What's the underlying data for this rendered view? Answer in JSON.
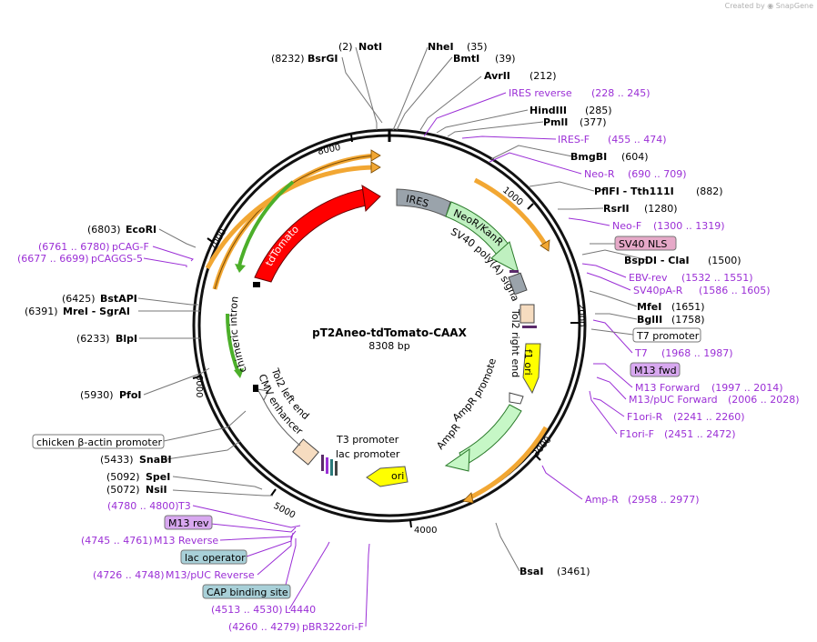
{
  "header": {
    "credit": "Created by",
    "brand": "SnapGene"
  },
  "plasmid": {
    "name": "pT2Aneo-tdTomato-CAAX",
    "length": "8308 bp"
  },
  "colors": {
    "restriction": "#000000",
    "primer": "#9b2fd6",
    "tdTomato": "#ff0000",
    "neo": "#bff0c0",
    "ires": "#9aa3ab",
    "ori": "#ffff00",
    "ampr": "#c6f7c6",
    "orf": "#f2a733",
    "promoter_box": "#ffffff",
    "nls_box": "#e6a9c8",
    "m13_box": "#d8a8f0",
    "lac_box": "#a8d0d8"
  },
  "ticks": [
    "1000",
    "2000",
    "3000",
    "4000",
    "5000",
    "6000",
    "7000",
    "8000"
  ],
  "enzymes": [
    {
      "pos": "(2)",
      "name": "NotI"
    },
    {
      "pos": "(8232)",
      "name": "BsrGI"
    },
    {
      "pos": "(35)",
      "name": "NheI"
    },
    {
      "pos": "(39)",
      "name": "BmtI"
    },
    {
      "pos": "(212)",
      "name": "AvrII"
    },
    {
      "pos": "(285)",
      "name": "HindIII"
    },
    {
      "pos": "(377)",
      "name": "PmlI"
    },
    {
      "pos": "(604)",
      "name": "BmgBI"
    },
    {
      "pos": "(882)",
      "name": "PflFI - Tth111I"
    },
    {
      "pos": "(1280)",
      "name": "RsrII"
    },
    {
      "pos": "(1500)",
      "name": "BspDI - ClaI"
    },
    {
      "pos": "(1651)",
      "name": "MfeI"
    },
    {
      "pos": "(1758)",
      "name": "BglII"
    },
    {
      "pos": "(3461)",
      "name": "BsaI"
    },
    {
      "pos": "(5072)",
      "name": "NsiI"
    },
    {
      "pos": "(5092)",
      "name": "SpeI"
    },
    {
      "pos": "(5433)",
      "name": "SnaBI"
    },
    {
      "pos": "(5930)",
      "name": "PfoI"
    },
    {
      "pos": "(6233)",
      "name": "BlpI"
    },
    {
      "pos": "(6391)",
      "name": "MreI - SgrAI"
    },
    {
      "pos": "(6425)",
      "name": "BstAPI"
    },
    {
      "pos": "(6803)",
      "name": "EcoRI"
    }
  ],
  "primers": [
    {
      "name": "IRES reverse",
      "range": "(228 .. 245)"
    },
    {
      "name": "IRES-F",
      "range": "(455 .. 474)"
    },
    {
      "name": "Neo-R",
      "range": "(690 .. 709)"
    },
    {
      "name": "Neo-F",
      "range": "(1300 .. 1319)"
    },
    {
      "name": "EBV-rev",
      "range": "(1532 .. 1551)"
    },
    {
      "name": "SV40pA-R",
      "range": "(1586 .. 1605)"
    },
    {
      "name": "T7",
      "range": "(1968 .. 1987)"
    },
    {
      "name": "M13 Forward",
      "range": "(1997 .. 2014)"
    },
    {
      "name": "M13/pUC Forward",
      "range": "(2006 .. 2028)"
    },
    {
      "name": "F1ori-R",
      "range": "(2241 .. 2260)"
    },
    {
      "name": "F1ori-F",
      "range": "(2451 .. 2472)"
    },
    {
      "name": "Amp-R",
      "range": "(2958 .. 2977)"
    },
    {
      "name": "pCAG-F",
      "range": "(6761 .. 6780)"
    },
    {
      "name": "pCAGGS-5",
      "range": "(6677 .. 6699)"
    },
    {
      "name": "T3",
      "range": "(4780 .. 4800)"
    },
    {
      "name": "M13 Reverse",
      "range": "(4745 .. 4761)"
    },
    {
      "name": "M13/pUC Reverse",
      "range": "(4726 .. 4748)"
    },
    {
      "name": "L4440",
      "range": "(4513 .. 4530)"
    },
    {
      "name": "pBR322ori-F",
      "range": "(4260 .. 4279)"
    }
  ],
  "boxed_features": {
    "sv40_nls": "SV40 NLS",
    "t7_promoter": "T7 promoter",
    "m13_fwd": "M13 fwd",
    "chicken_actin": "chicken β-actin promoter",
    "m13_rev": "M13 rev",
    "lac_operator": "lac operator",
    "cap_site": "CAP binding site"
  },
  "features": {
    "tdTomato": "tdTomato",
    "ires": "IRES",
    "neo": "NeoR/KanR",
    "sv40pa": "SV40 poly(A) signal",
    "tol2_right": "Tol2 right end",
    "f1ori": "f1 ori",
    "ampr_promoter": "AmpR promoter",
    "ampr": "AmpR",
    "ori": "ori",
    "t3_promoter": "T3 promoter",
    "lac_promoter": "lac promoter",
    "cmv_enhancer": "CMV enhancer",
    "tol2_left": "Tol2 left end",
    "chimeric_intron": "chimeric intron"
  }
}
